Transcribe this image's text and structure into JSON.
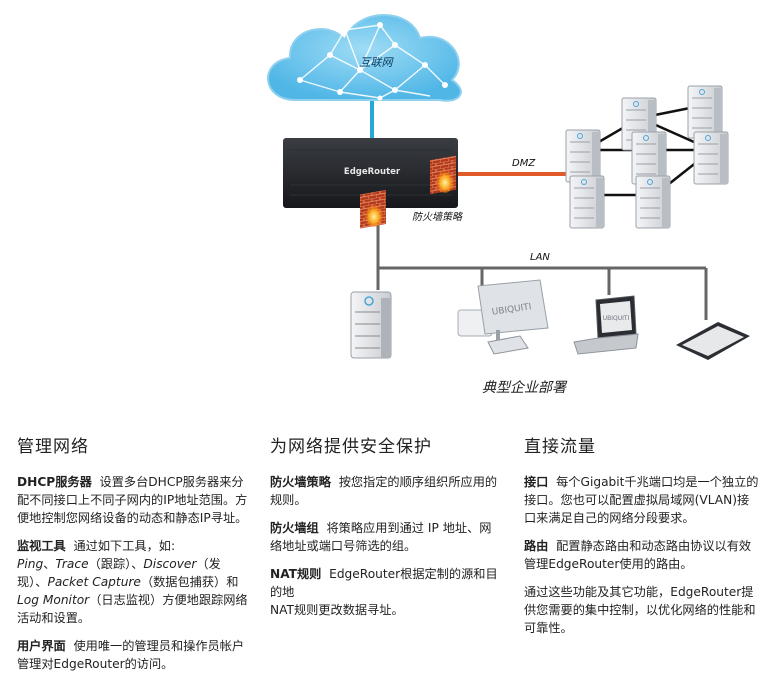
{
  "diagram": {
    "internet_label": "互联网",
    "router_brand": "EdgeRouter",
    "dmz_label": "DMZ",
    "firewall_label": "防火墙策略",
    "lan_label": "LAN",
    "caption": "典型企业部署",
    "monitor_brand": "UBIQUITI",
    "laptop_brand": "UBIQUITI",
    "colors": {
      "internet_link": "#29a8d8",
      "dmz_link": "#e05a2a",
      "lan_link": "#666666",
      "cloud": "#6cc6ee"
    }
  },
  "columns": [
    {
      "title": "管理网络",
      "paras": [
        {
          "term": "DHCP服务器",
          "text": "设置多台DHCP服务器来分配不同接口上不同子网内的IP地址范围。方便地控制您网络设备的动态和静态IP寻址。"
        },
        {
          "term": "监视工具",
          "text_before": "通过如下工具，如:",
          "tools": [
            "Ping",
            "Trace",
            "Discover",
            "Packet Capture",
            "Log Monitor"
          ],
          "tool_notes": [
            "（跟踪）",
            "（发现）",
            "（数据包捕获）",
            "（日志监视）"
          ],
          "text_after": "方便地跟踪网络活动和设置。"
        },
        {
          "term": "用户界面",
          "text": "使用唯一的管理员和操作员帐户管理对EdgeRouter的访问。"
        }
      ]
    },
    {
      "title": "为网络提供安全保护",
      "paras": [
        {
          "term": "防火墙策略",
          "text": "按您指定的顺序组织所应用的规则。"
        },
        {
          "term": "防火墙组",
          "text": "将策略应用到通过 IP 地址、网络地址或端口号筛选的组。"
        },
        {
          "term": "NAT规则",
          "text": "EdgeRouter根据定制的源和目的地",
          "text2": "NAT规则更改数据寻址。"
        }
      ]
    },
    {
      "title": "直接流量",
      "paras": [
        {
          "term": "接口",
          "text": "每个Gigabit千兆端口均是一个独立的接口。您也可以配置虚拟局域网(VLAN)接口来满足自己的网络分段要求。"
        },
        {
          "term": "路由",
          "text": "配置静态路由和动态路由协议以有效管理EdgeRouter使用的路由。"
        },
        {
          "term": "",
          "text": "通过这些功能及其它功能，EdgeRouter提供您需要的集中控制，以优化网络的性能和可靠性。"
        }
      ]
    }
  ]
}
